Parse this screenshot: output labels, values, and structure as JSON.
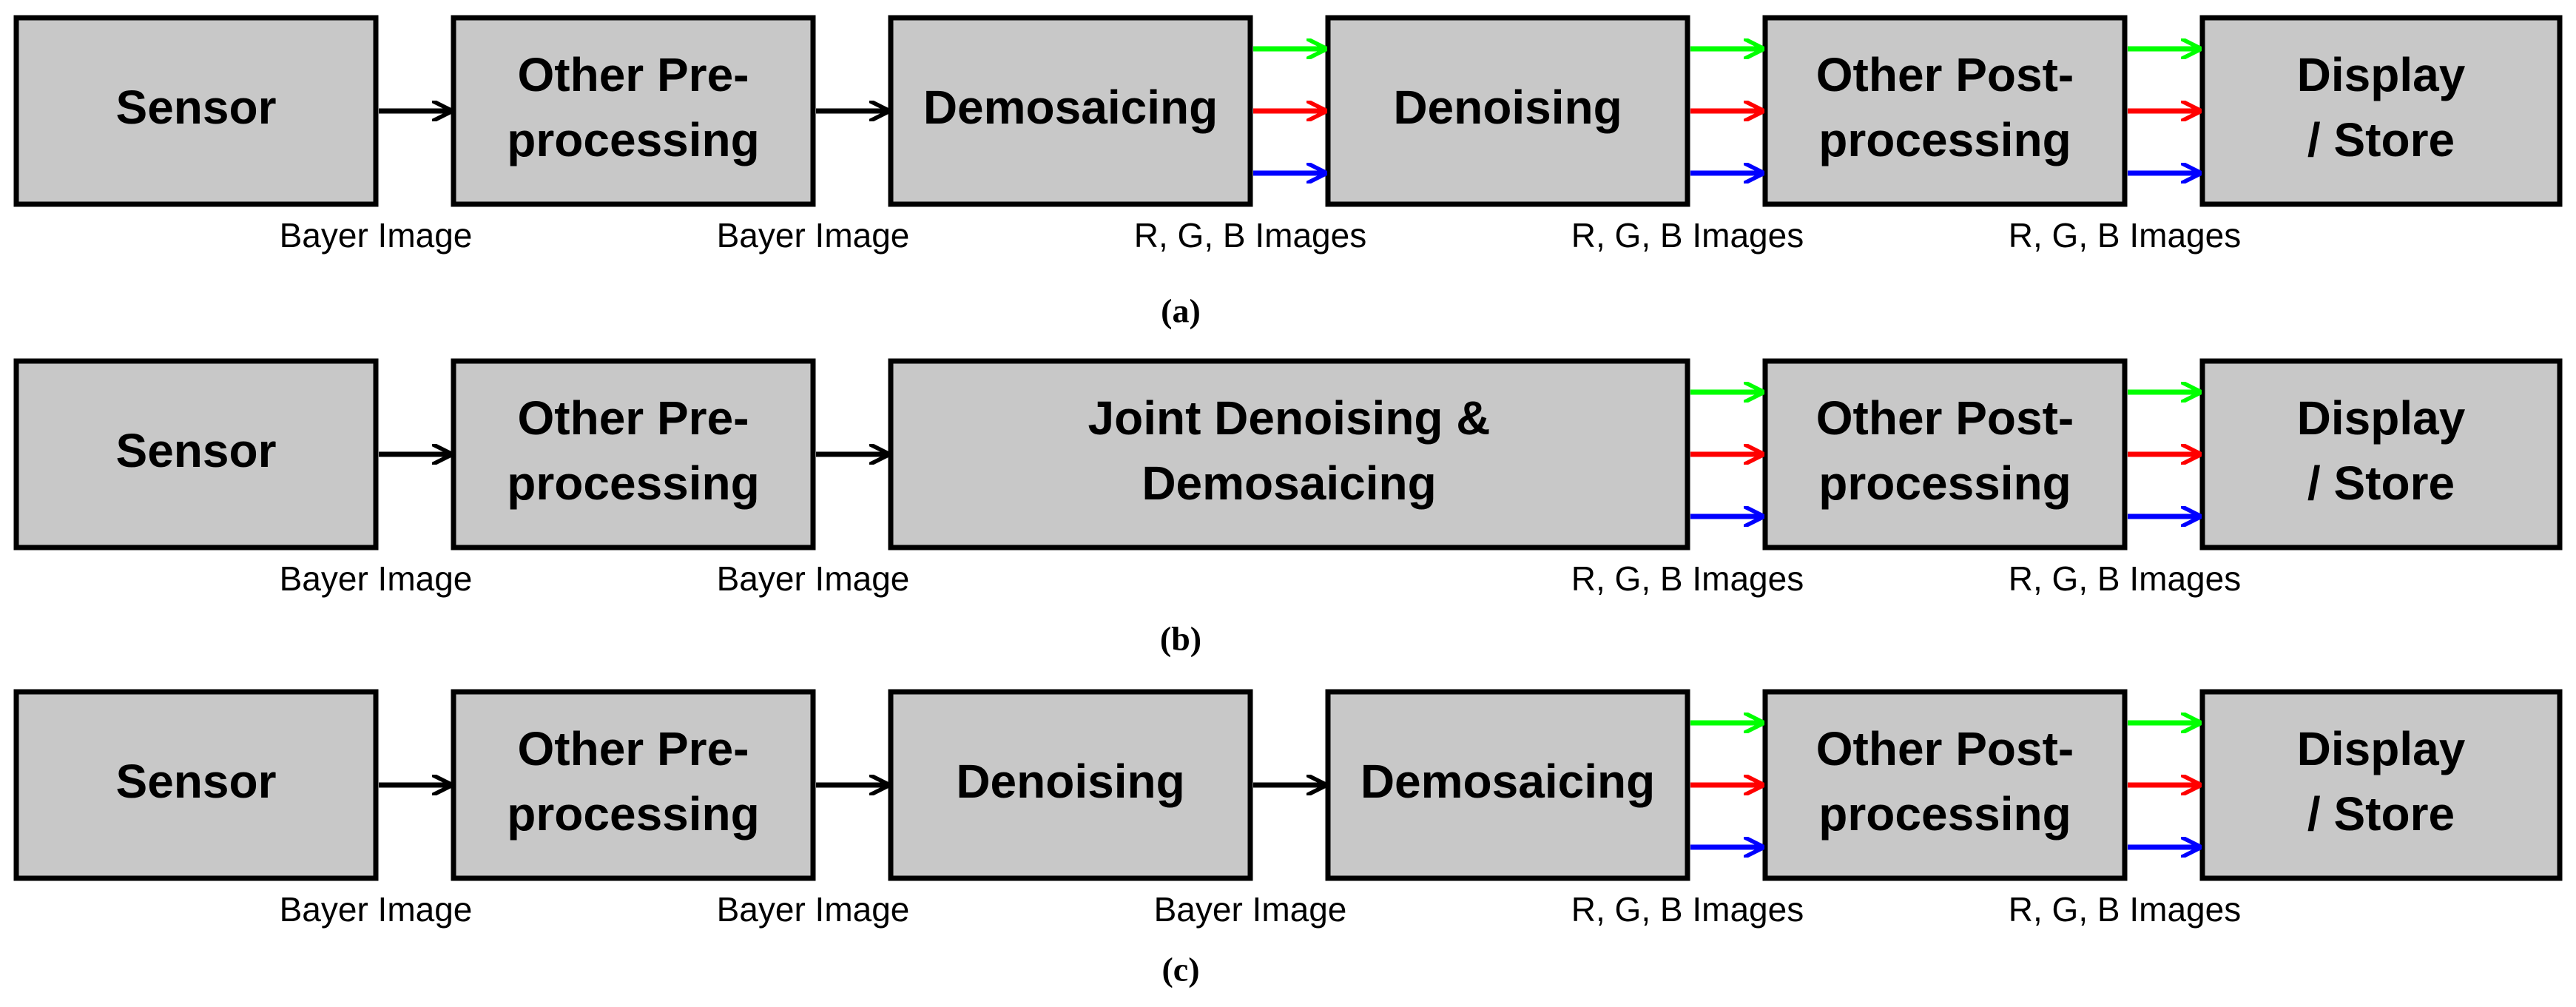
{
  "colors": {
    "box_fill": "#c8c8c8",
    "border": "#000000",
    "arrow_black": "#000000",
    "arrow_green": "#00ff00",
    "arrow_red": "#ff0000",
    "arrow_blue": "#0000ff"
  },
  "pipelines": [
    {
      "caption": "(a)",
      "stages": [
        {
          "lines": [
            "Sensor"
          ]
        },
        {
          "lines": [
            "Other Pre-",
            "processing"
          ]
        },
        {
          "lines": [
            "Demosaicing"
          ]
        },
        {
          "lines": [
            "Denoising"
          ]
        },
        {
          "lines": [
            "Other Post-",
            "processing"
          ]
        },
        {
          "lines": [
            "Display",
            "/ Store"
          ]
        }
      ],
      "connectors": [
        {
          "type": "single",
          "label": "Bayer Image"
        },
        {
          "type": "single",
          "label": "Bayer Image"
        },
        {
          "type": "rgb",
          "label": "R, G, B Images"
        },
        {
          "type": "rgb",
          "label": "R, G, B Images"
        },
        {
          "type": "rgb",
          "label": "R, G, B Images"
        }
      ]
    },
    {
      "caption": "(b)",
      "stages": [
        {
          "lines": [
            "Sensor"
          ]
        },
        {
          "lines": [
            "Other Pre-",
            "processing"
          ]
        },
        {
          "lines": [
            "Joint Denoising &",
            "Demosaicing"
          ],
          "wide": true
        },
        {
          "lines": [
            "Other Post-",
            "processing"
          ]
        },
        {
          "lines": [
            "Display",
            "/ Store"
          ]
        }
      ],
      "connectors": [
        {
          "type": "single",
          "label": "Bayer Image"
        },
        {
          "type": "single",
          "label": "Bayer Image"
        },
        {
          "type": "rgb",
          "label": "R, G, B Images"
        },
        {
          "type": "rgb",
          "label": "R, G, B Images"
        }
      ]
    },
    {
      "caption": "(c)",
      "stages": [
        {
          "lines": [
            "Sensor"
          ]
        },
        {
          "lines": [
            "Other Pre-",
            "processing"
          ]
        },
        {
          "lines": [
            "Denoising"
          ]
        },
        {
          "lines": [
            "Demosaicing"
          ]
        },
        {
          "lines": [
            "Other Post-",
            "processing"
          ]
        },
        {
          "lines": [
            "Display",
            "/ Store"
          ]
        }
      ],
      "connectors": [
        {
          "type": "single",
          "label": "Bayer Image"
        },
        {
          "type": "single",
          "label": "Bayer Image"
        },
        {
          "type": "single",
          "label": "Bayer Image"
        },
        {
          "type": "rgb",
          "label": "R, G, B Images"
        },
        {
          "type": "rgb",
          "label": "R, G, B Images"
        }
      ]
    }
  ]
}
